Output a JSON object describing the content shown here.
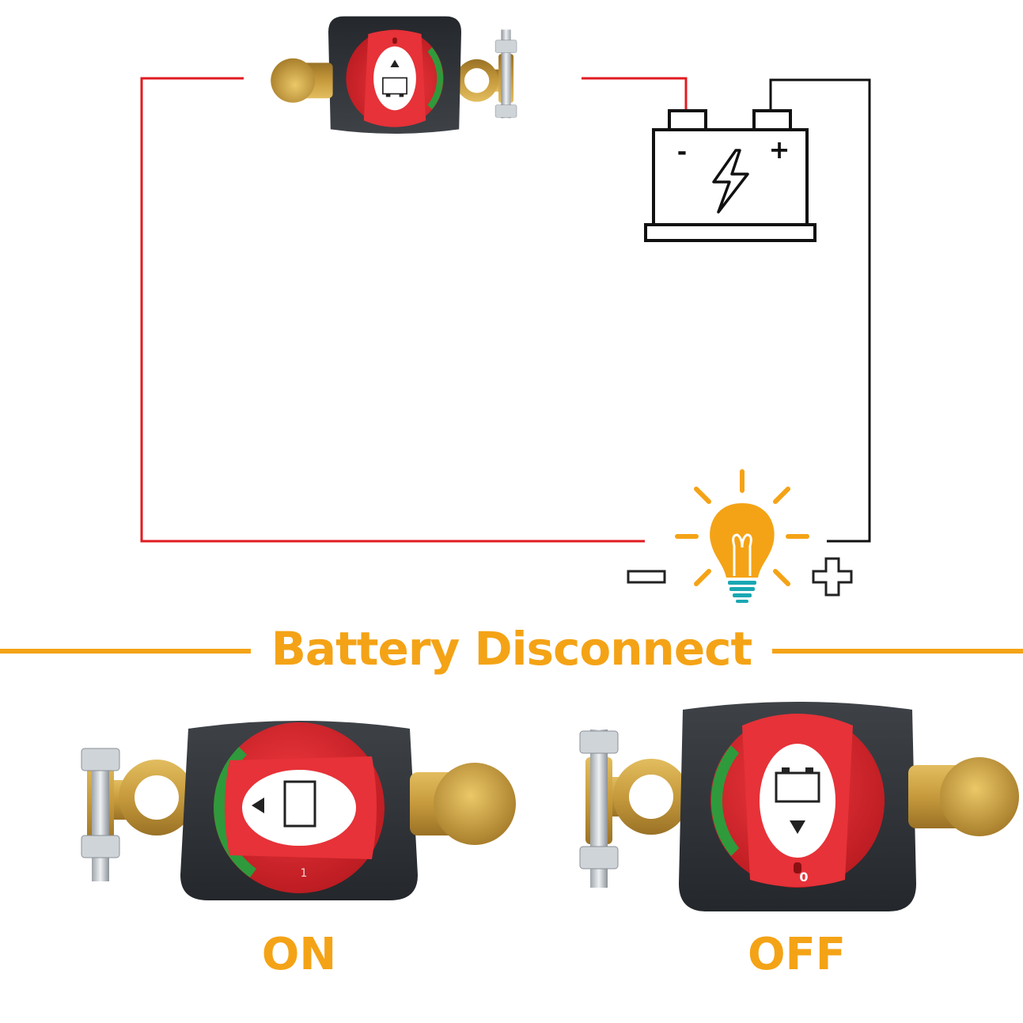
{
  "title": "Battery Disconnect",
  "states": {
    "on": "ON",
    "off": "OFF"
  },
  "battery_signs": {
    "negative": "-",
    "positive": "+"
  },
  "dial_marks": {
    "on": "1",
    "off": "0"
  },
  "colors": {
    "accent": "#f4a316",
    "positive_wire": "#e11b22",
    "negative_wire": "#111111",
    "knob": "#e2262c",
    "on_band": "#2f9a3b",
    "housing": "#34383d",
    "brass": "#c9a046"
  },
  "icons": [
    "battery-icon",
    "light-bulb-icon",
    "minus-icon",
    "plus-icon",
    "lightning-bolt-icon"
  ]
}
